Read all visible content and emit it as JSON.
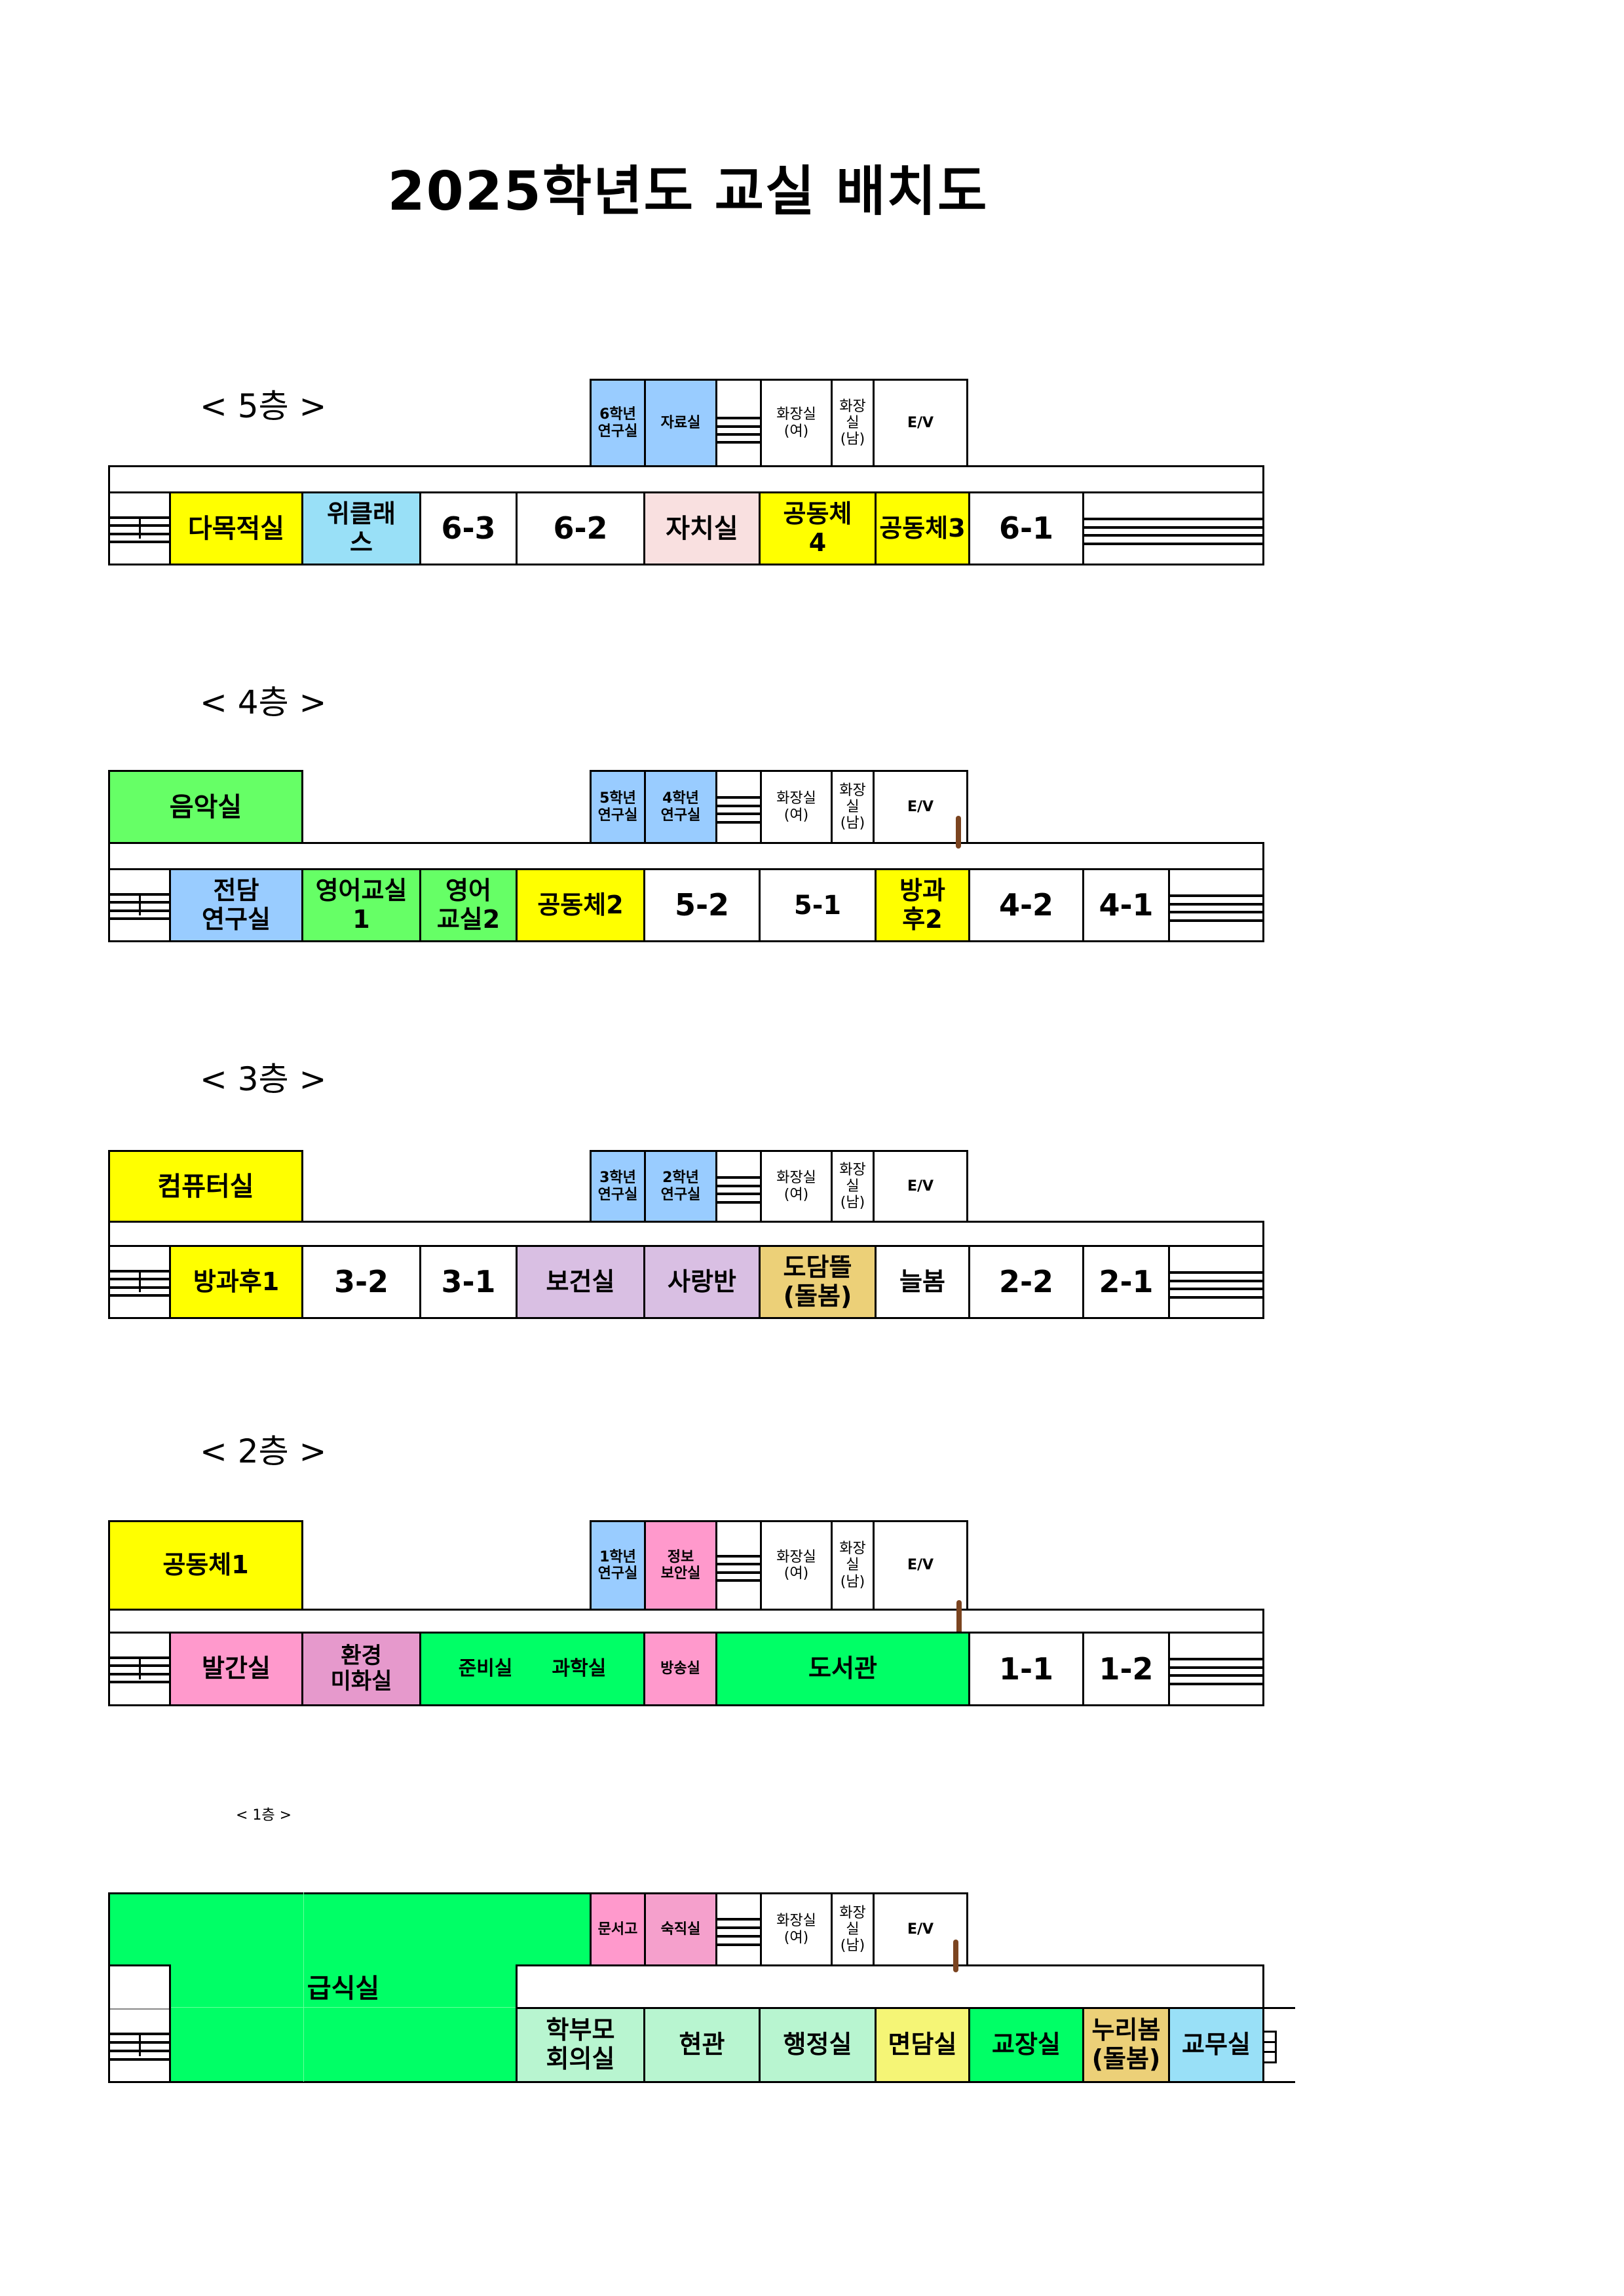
{
  "title": "2025학년도 교실 배치도",
  "colors": {
    "yellow": "#ffff00",
    "light_blue": "#99ccff",
    "sky_blue": "#99e0f7",
    "green": "#66ff66",
    "bright_green": "#00ff66",
    "pink": "#ff99cc",
    "mauve": "#e699cc",
    "lavender": "#d9bfe3",
    "blush": "#f9e0e0",
    "tan": "#ecd078",
    "mint": "#b8f5d0",
    "pale_yellow": "#f5f576",
    "white": "#ffffff",
    "door_brown": "#7b4420"
  },
  "floors": [
    {
      "id": "5",
      "label": "< 5층 >",
      "annex": [
        "6학년\n연구실",
        "자료실",
        "",
        "화장실\n(여)",
        "화장\n실\n(남)",
        "E/V"
      ],
      "rooms": [
        "다목적실",
        "위클래\n스",
        "6-3",
        "6-2",
        "자치실",
        "공동체\n4",
        "공동체3",
        "6-1"
      ]
    },
    {
      "id": "4",
      "label": "< 4층 >",
      "wing": "음악실",
      "annex": [
        "5학년\n연구실",
        "4학년\n연구실",
        "",
        "화장실\n(여)",
        "화장\n실\n(남)",
        "E/V"
      ],
      "rooms": [
        "전담\n연구실",
        "영어교실\n1",
        "영어\n교실2",
        "공동체2",
        "5-2",
        "5-1",
        "방과\n후2",
        "4-2",
        "4-1"
      ]
    },
    {
      "id": "3",
      "label": "< 3층 >",
      "wing": "컴퓨터실",
      "annex": [
        "3학년\n연구실",
        "2학년\n연구실",
        "",
        "화장실\n(여)",
        "화장\n실\n(남)",
        "E/V"
      ],
      "rooms": [
        "방과후1",
        "3-2",
        "3-1",
        "보건실",
        "사랑반",
        "도담뜰\n(돌봄)",
        "늘봄",
        "2-2",
        "2-1"
      ]
    },
    {
      "id": "2",
      "label": "< 2층 >",
      "wing": "공동체1",
      "annex": [
        "1학년\n연구실",
        "정보\n보안실",
        "",
        "화장실\n(여)",
        "화장\n실\n(남)",
        "E/V"
      ],
      "rooms": [
        "발간실",
        "환경\n미화실",
        "준비실",
        "과학실",
        "방송실",
        "도서관",
        "1-1",
        "1-2"
      ]
    },
    {
      "id": "1",
      "label": "< 1층 >",
      "wing": "급식실",
      "annex": [
        "문서고",
        "숙직실",
        "",
        "화장실\n(여)",
        "화장\n실\n(남)",
        "E/V"
      ],
      "rooms": [
        "학부모\n회의실",
        "현관",
        "행정실",
        "면담실",
        "교장실",
        "누리봄\n(돌봄)",
        "교무실"
      ]
    }
  ]
}
